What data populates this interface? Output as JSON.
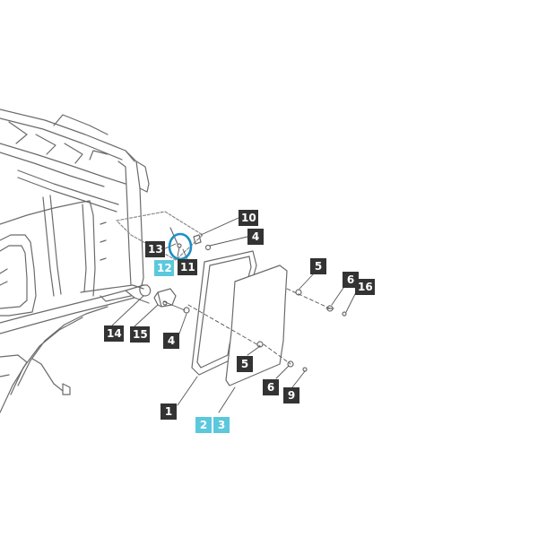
{
  "colors": {
    "dark_label": "#333333",
    "highlight_label": "#5bc8dc",
    "highlight_ring": "#1e8fc4",
    "line": "#6b6b6b"
  },
  "labels": {
    "l1": "1",
    "l2": "2",
    "l3": "3",
    "l4a": "4",
    "l4b": "4",
    "l5a": "5",
    "l5b": "5",
    "l6a": "6",
    "l6b": "6",
    "l9": "9",
    "l10": "10",
    "l11": "11",
    "l12": "12",
    "l13": "13",
    "l14": "14",
    "l15": "15",
    "l16": "16"
  },
  "highlighted": [
    "12",
    "2",
    "3"
  ]
}
